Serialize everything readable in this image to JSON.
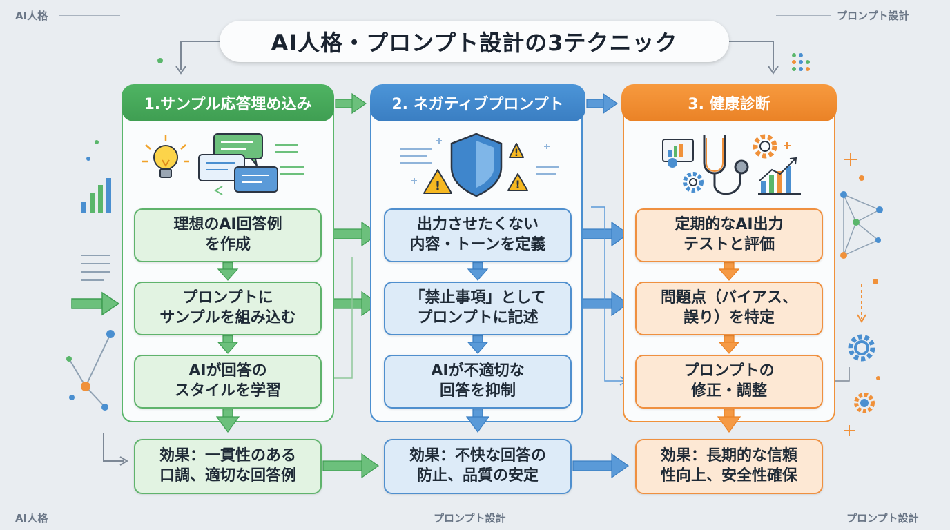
{
  "corners": {
    "top_left": "AI人格",
    "top_right": "プロンプト設計",
    "bottom_left": "AI人格",
    "bottom_center": "プロンプト設計",
    "bottom_right": "プロンプト設計"
  },
  "title": "AI人格・プロンプト設計の3テクニック",
  "columns": [
    {
      "header": "1.サンプル応答埋め込み",
      "steps": [
        "理想のAI回答例\nを作成",
        "プロンプトに\nサンプルを組み込む",
        "AIが回答の\nスタイルを学習"
      ],
      "effect": "効果：一貫性のある\n口調、適切な回答例",
      "icons": [
        "lightbulb-icon",
        "chat-bubbles-icon"
      ],
      "color": "#4fb463"
    },
    {
      "header": "2. ネガティブプロンプト",
      "steps": [
        "出力させたくない\n内容・トーンを定義",
        "「禁止事項」として\nプロンプトに記述",
        "AIが不適切な\n回答を抑制"
      ],
      "effect": "効果：不快な回答の\n防止、品質の安定",
      "icons": [
        "shield-icon",
        "warning-icon"
      ],
      "color": "#4c95d8"
    },
    {
      "header": "3. 健康診断",
      "steps": [
        "定期的なAI出力\nテストと評価",
        "問題点（バイアス、\n誤り）を特定",
        "プロンプトの\n修正・調整"
      ],
      "effect": "効果：長期的な信頼\n性向上、安全性確保",
      "icons": [
        "stethoscope-icon",
        "gear-icon",
        "growth-chart-icon"
      ],
      "color": "#f79a3f"
    }
  ]
}
